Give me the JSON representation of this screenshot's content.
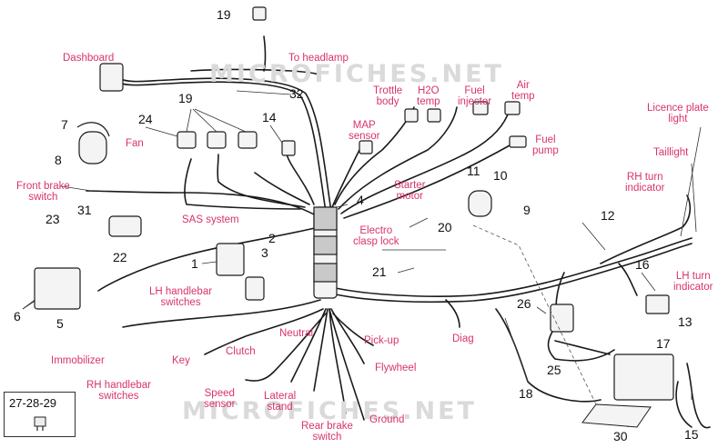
{
  "watermark": "MICROFICHES.NET",
  "box_label": "27-28-29",
  "labels": {
    "dashboard": "Dashboard",
    "to_headlamp": "To headlamp",
    "trottle_body": "Trottle\nbody",
    "h2o_temp": "H2O\ntemp",
    "fuel_injector": "Fuel\ninjector",
    "air_temp": "Air\ntemp",
    "fuel_pump": "Fuel\npump",
    "map_sensor": "MAP\nsensor",
    "fan": "Fan",
    "front_brake_switch": "Front brake\nswitch",
    "sas_system": "SAS system",
    "starter_motor": "Starter\nmotor",
    "electro_clasp_lock": "Electro\nclasp lock",
    "licence_plate_light": "Licence plate\nlight",
    "taillight": "Taillight",
    "rh_turn_indicator": "RH turn\nindicator",
    "lh_turn_indicator": "LH turn\nindicator",
    "lh_handlebar_switches": "LH handlebar\nswitches",
    "immobilizer": "Immobilizer",
    "key": "Key",
    "rh_handlebar_switches": "RH handlebar\nswitches",
    "clutch": "Clutch",
    "neutral": "Neutral",
    "pick_up": "Pick-up",
    "flywheel": "Flywheel",
    "diag": "Diag",
    "speed_sensor": "Speed\nsensor",
    "lateral_stand": "Lateral\nstand",
    "ground": "Ground",
    "rear_brake_switch": "Rear brake\nswitch"
  },
  "numbers": {
    "n19_top": "19",
    "n32": "32",
    "n19_mid": "19",
    "n24": "24",
    "n14": "14",
    "n7": "7",
    "n8": "8",
    "n23": "23",
    "n31": "31",
    "n22": "22",
    "n1": "1",
    "n2": "2",
    "n3": "3",
    "n4": "4",
    "n6": "6",
    "n5": "5",
    "n11": "11",
    "n10": "10",
    "n9": "9",
    "n20": "20",
    "n21": "21",
    "n12": "12",
    "n16": "16",
    "n13": "13",
    "n26": "26",
    "n25": "25",
    "n17": "17",
    "n18": "18",
    "n30": "30",
    "n15": "15"
  }
}
